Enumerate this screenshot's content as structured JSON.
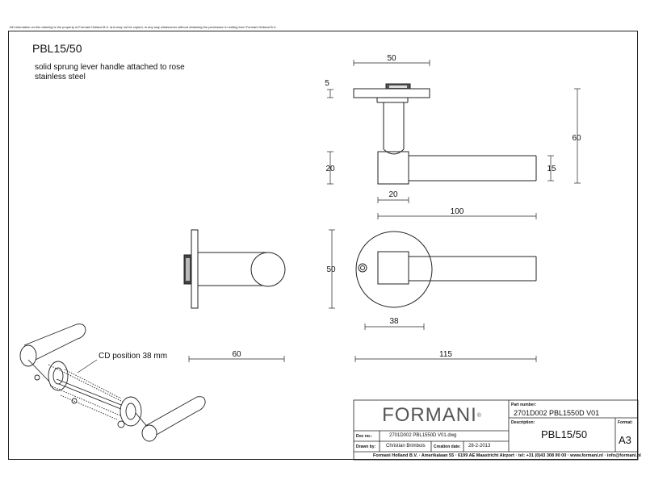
{
  "disclaimer": "All information on this drawing is the property of Formani Holland B.V. and may not be copied, in any way whatsoever without obtaining the permission in writing from Formani Holland B.V.",
  "header": {
    "title": "PBL15/50",
    "description_line1": "solid sprung lever handle attached to rose",
    "description_line2": "stainless steel"
  },
  "dimensions": {
    "rose_width": "50",
    "rose_thickness": "5",
    "total_height": "60",
    "neck_height": "20",
    "lever_thickness": "15",
    "neck_width": "20",
    "lever_length": "100",
    "rose_diameter": "50",
    "cd_distance": "38",
    "side_length": "60",
    "total_length": "115"
  },
  "annotations": {
    "cd_position": "CD position 38 mm"
  },
  "title_block": {
    "logo_text": "FORMANI",
    "logo_mark": "®",
    "part_number_label": "Part number:",
    "part_number": "2701D002 PBL1550D V01",
    "description_label": "Description:",
    "description": "PBL15/50",
    "format_label": "Format:",
    "format": "A3",
    "doc_no_label": "Doc no.:",
    "doc_no": "2701D002 PBL1550D V01.dwg",
    "drawn_by_label": "Drawn by:",
    "drawn_by": "Christian Brimbois",
    "creation_date_label": "Creation date:",
    "creation_date": "28-2-2013",
    "footer": "Formani Holland B.V.  ·  Amerikalaan 55  ·  6199 AE Maastricht Airport  ·  tel: +31 (0)43 308 90 00  ·  www.formani.nl  ·  info@formani.nl"
  }
}
